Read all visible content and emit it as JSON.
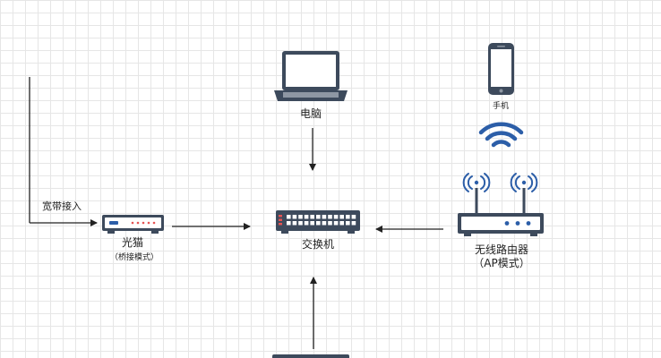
{
  "labels": {
    "laptop": "电脑",
    "phone": "手机",
    "broadband": "宽带接入",
    "modem": "光猫",
    "modem_mode": "（桥接模式）",
    "switch": "交换机",
    "router": "无线路由器",
    "router_mode": "（AP模式）"
  },
  "colors": {
    "device_dark": "#3d4a5c",
    "wifi_blue": "#2c5ea8",
    "line": "#222222",
    "grid": "#e6e6e6"
  },
  "icons": {
    "laptop": "laptop-icon",
    "phone": "phone-icon",
    "wifi": "wifi-icon",
    "modem": "modem-icon",
    "switch": "switch-icon",
    "router": "router-icon"
  }
}
